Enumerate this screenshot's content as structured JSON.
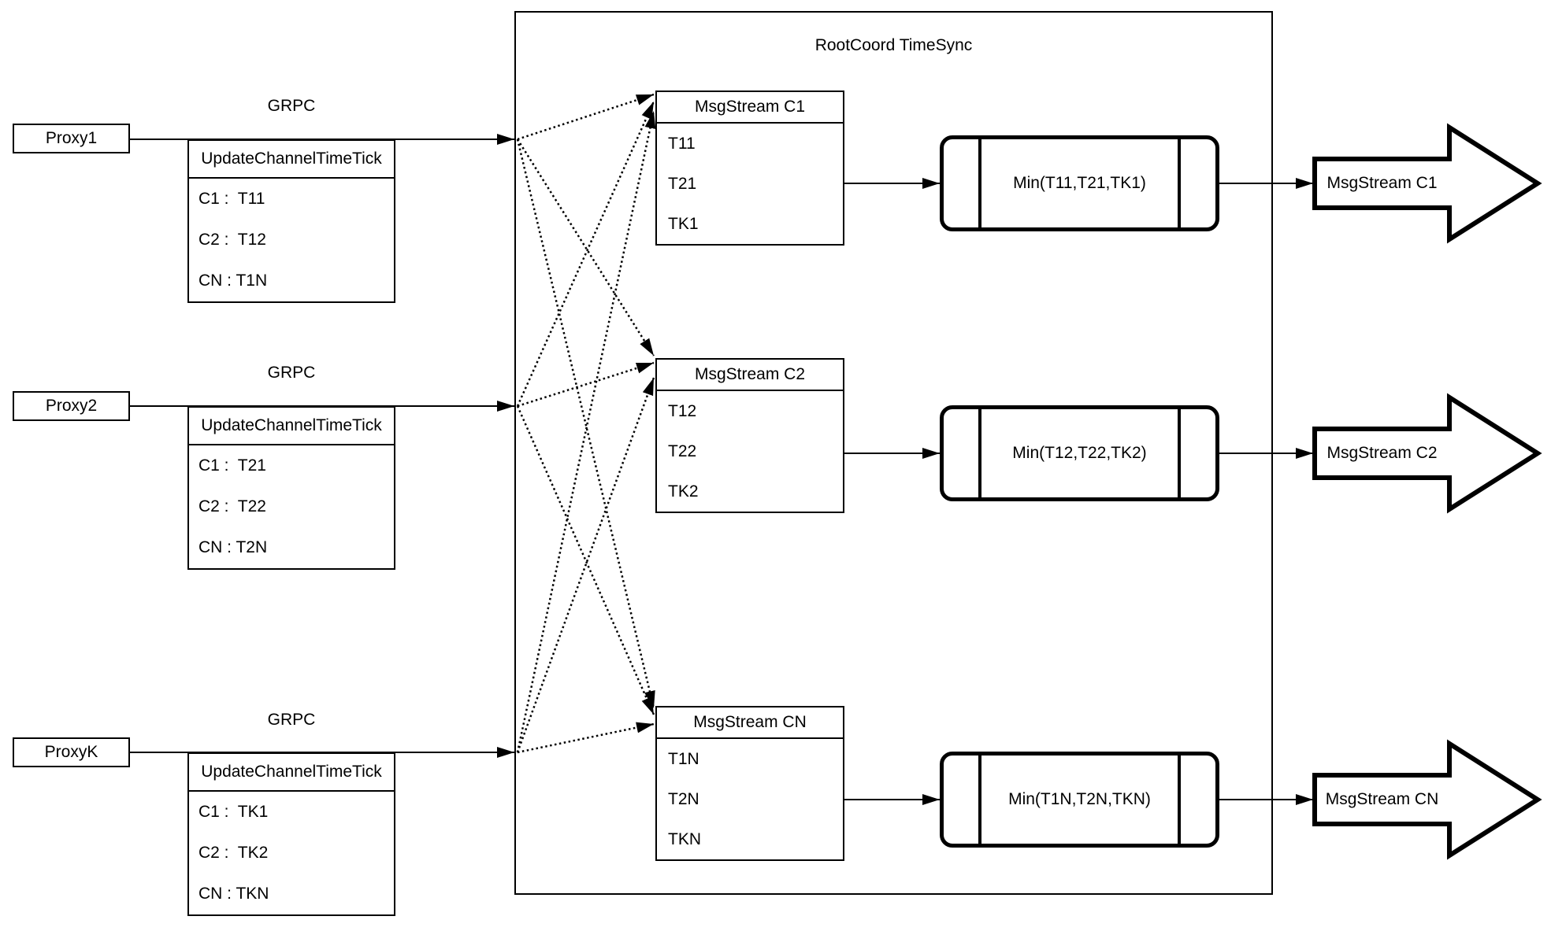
{
  "diagram": {
    "title": "RootCoord TimeSync",
    "colors": {
      "line": "#000000",
      "background": "#ffffff"
    },
    "proxies": [
      {
        "name": "Proxy1",
        "protocol": "GRPC",
        "table": {
          "header": "UpdateChannelTimeTick",
          "rows": [
            "C1 :  T11",
            "C2 :  T12",
            "CN : T1N"
          ]
        }
      },
      {
        "name": "Proxy2",
        "protocol": "GRPC",
        "table": {
          "header": "UpdateChannelTimeTick",
          "rows": [
            "C1 :  T21",
            "C2 :  T22",
            "CN : T2N"
          ]
        }
      },
      {
        "name": "ProxyK",
        "protocol": "GRPC",
        "table": {
          "header": "UpdateChannelTimeTick",
          "rows": [
            "C1 :  TK1",
            "C2 :  TK2",
            "CN : TKN"
          ]
        }
      }
    ],
    "streams": [
      {
        "header": "MsgStream C1",
        "rows": [
          "T11",
          "T21",
          "TK1"
        ],
        "min_label": "Min(T11,T21,TK1)",
        "output_label": "MsgStream C1"
      },
      {
        "header": "MsgStream C2",
        "rows": [
          "T12",
          "T22",
          "TK2"
        ],
        "min_label": "Min(T12,T22,TK2)",
        "output_label": "MsgStream C2"
      },
      {
        "header": "MsgStream CN",
        "rows": [
          "T1N",
          "T2N",
          "TKN"
        ],
        "min_label": "Min(T1N,T2N,TKN)",
        "output_label": "MsgStream CN"
      }
    ]
  }
}
